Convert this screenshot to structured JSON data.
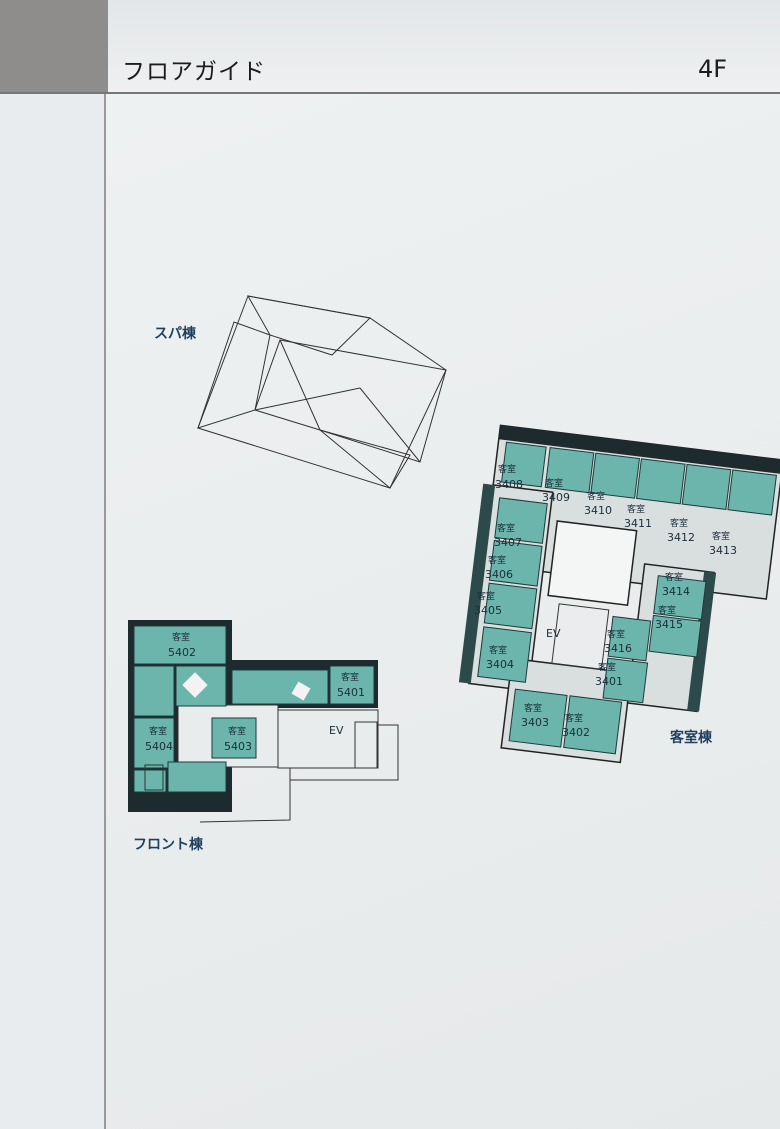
{
  "header": {
    "title": "フロアガイド",
    "floor": "4F"
  },
  "buildings": {
    "spa": "スパ棟",
    "guest": "客室棟",
    "front": "フロント棟"
  },
  "elevator_label": "EV",
  "room_kind": "客室",
  "rooms": {
    "r3408": "3408",
    "r3409": "3409",
    "r3410": "3410",
    "r3411": "3411",
    "r3412": "3412",
    "r3413": "3413",
    "r3407": "3407",
    "r3406": "3406",
    "r3405": "3405",
    "r3414": "3414",
    "r3415": "3415",
    "r3416": "3416",
    "r3404": "3404",
    "r3401": "3401",
    "r3403": "3403",
    "r3402": "3402",
    "r5402": "5402",
    "r5401": "5401",
    "r5404": "5404",
    "r5403": "5403"
  },
  "colors": {
    "room": "#6bb5ac",
    "wall": "#1d2b2e",
    "label": "#1f3f5e"
  }
}
